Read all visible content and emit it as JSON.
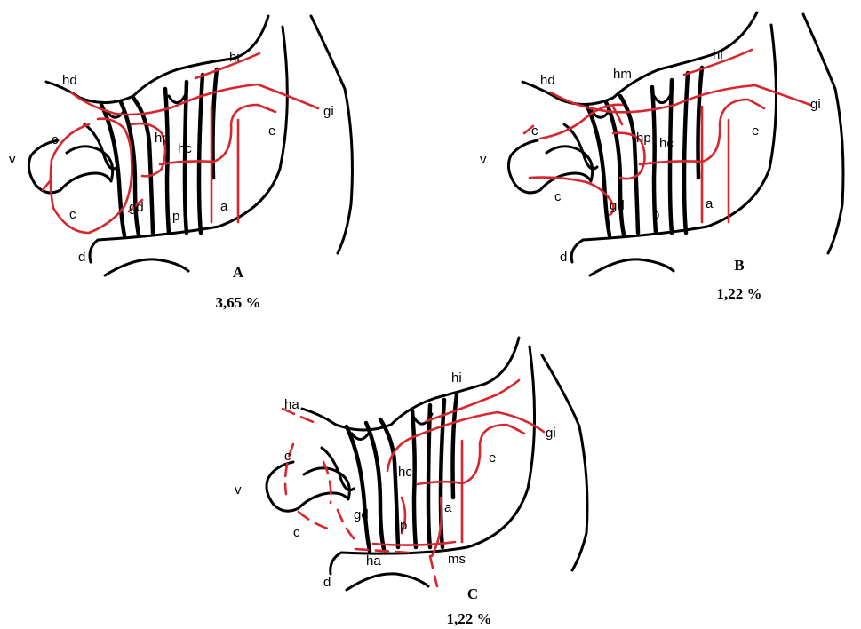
{
  "colors": {
    "outline": "#000000",
    "vessels": "#d8262e",
    "background": "#ffffff"
  },
  "panels": [
    {
      "letter": "A",
      "percent": "3,65 %",
      "labels": {
        "hd": "hd",
        "hi": "hi",
        "gi": "gi",
        "v": "v",
        "c1": "c",
        "c2": "c",
        "hp": "hp",
        "hc": "hc",
        "e": "e",
        "gd": "gd",
        "p": "p",
        "a": "a",
        "d": "d"
      }
    },
    {
      "letter": "B",
      "percent": "1,22 %",
      "labels": {
        "hd": "hd",
        "hm": "hm",
        "hi": "hi",
        "gi": "gi",
        "v": "v",
        "c1": "c",
        "c2": "c",
        "hp": "hp",
        "hc": "hc",
        "e": "e",
        "gd": "gd",
        "p": "p",
        "a": "a",
        "d": "d"
      }
    },
    {
      "letter": "C",
      "percent": "1,22 %",
      "labels": {
        "ha": "ha",
        "hi": "hi",
        "gi": "gi",
        "v": "v",
        "c1": "c",
        "c2": "c",
        "hc": "hc",
        "e": "e",
        "gd": "gd",
        "p": "p",
        "a": "a",
        "ha2": "ha",
        "ms": "ms",
        "d": "d"
      }
    }
  ]
}
